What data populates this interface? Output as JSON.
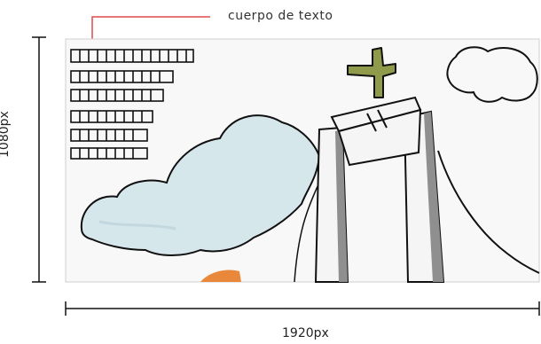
{
  "annotation": {
    "callout": "cuerpo de texto"
  },
  "dimensions": {
    "width_label": "1920px",
    "height_label": "1080px"
  },
  "colors": {
    "callout_line": "#e04b4b",
    "sky": "#f7f8fa",
    "cloud_fill": "#cfe3ea",
    "tower_shade": "#8f8f8f",
    "cross": "#8f9a4a",
    "ground": "#e9883a",
    "ink": "#111111"
  }
}
